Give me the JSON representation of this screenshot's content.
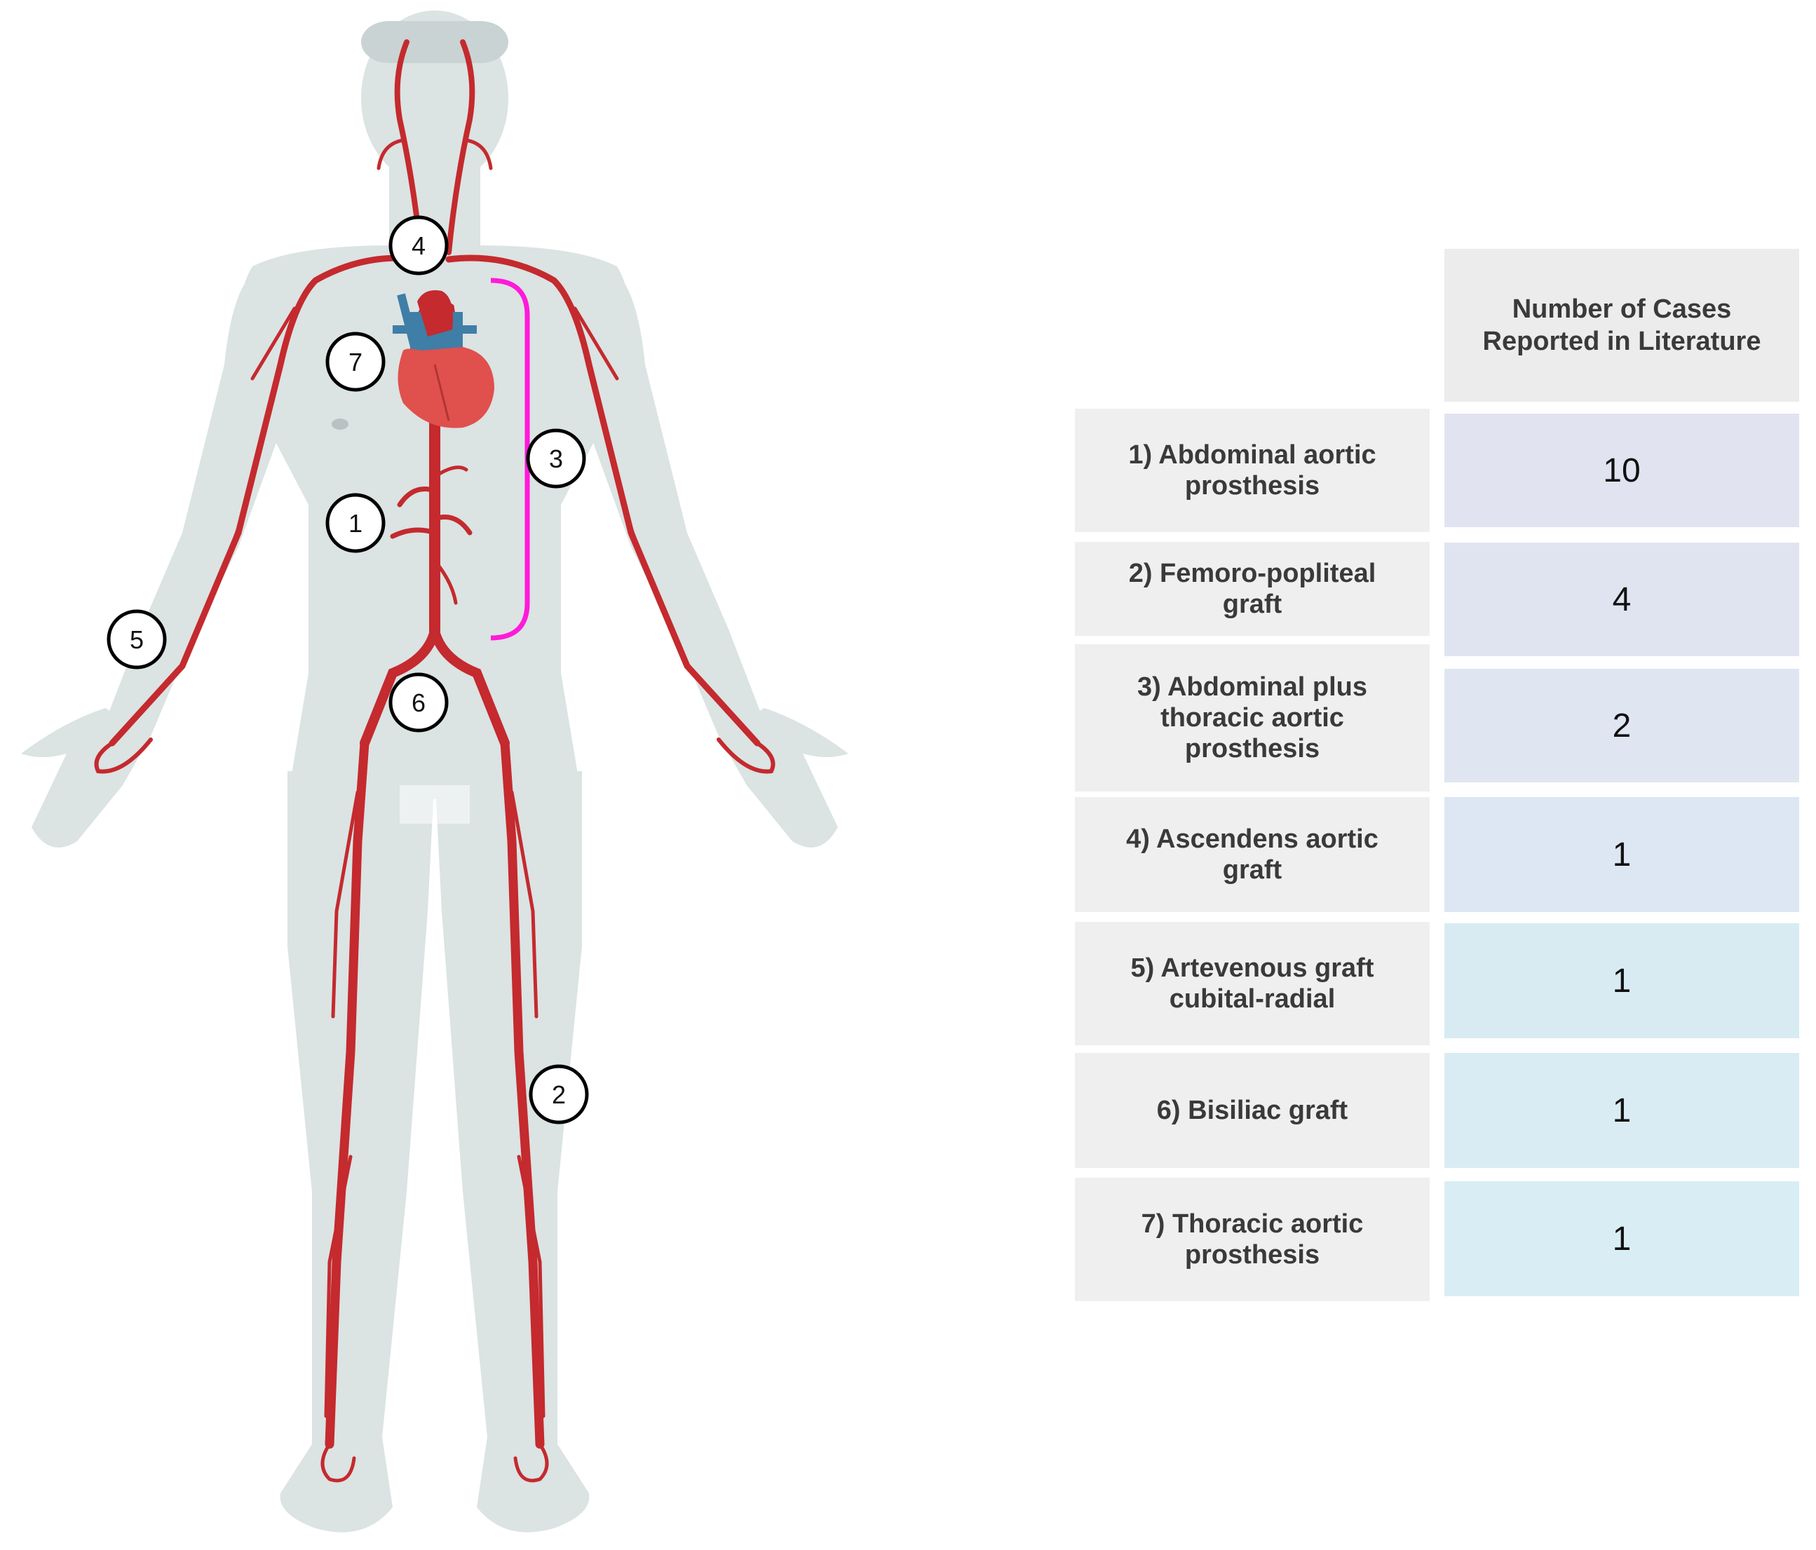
{
  "table": {
    "header": "Number of Cases\nReported in Literature",
    "rows": [
      {
        "label": "1) Abdominal aortic\nprosthesis",
        "value": "10"
      },
      {
        "label": "2) Femoro-popliteal graft",
        "value": "4"
      },
      {
        "label": "3) Abdominal plus\nthoracic aortic\nprosthesis",
        "value": "2"
      },
      {
        "label": "4) Ascendens aortic graft",
        "value": "1"
      },
      {
        "label": "5) Artevenous graft\ncubital-radial",
        "value": "1"
      },
      {
        "label": "6) Bisiliac graft",
        "value": "1"
      },
      {
        "label": "7) Thoracic aortic\nprosthesis",
        "value": "1"
      }
    ]
  },
  "markers": [
    "1",
    "2",
    "3",
    "4",
    "5",
    "6",
    "7"
  ],
  "colors": {
    "body": "#dbe3e3",
    "artery": "#c42a2e",
    "vein": "#3f7ea6",
    "heart": "#e0504d",
    "bracket": "#ff1ad9",
    "header_bg": "#ececec",
    "label_bg": "#efefef",
    "value_bg": [
      "#e2e3f1",
      "#dfe4f0",
      "#dfe6f1",
      "#dde6f3",
      "#d8ebf3",
      "#d9ecf3",
      "#d9eef4"
    ]
  }
}
